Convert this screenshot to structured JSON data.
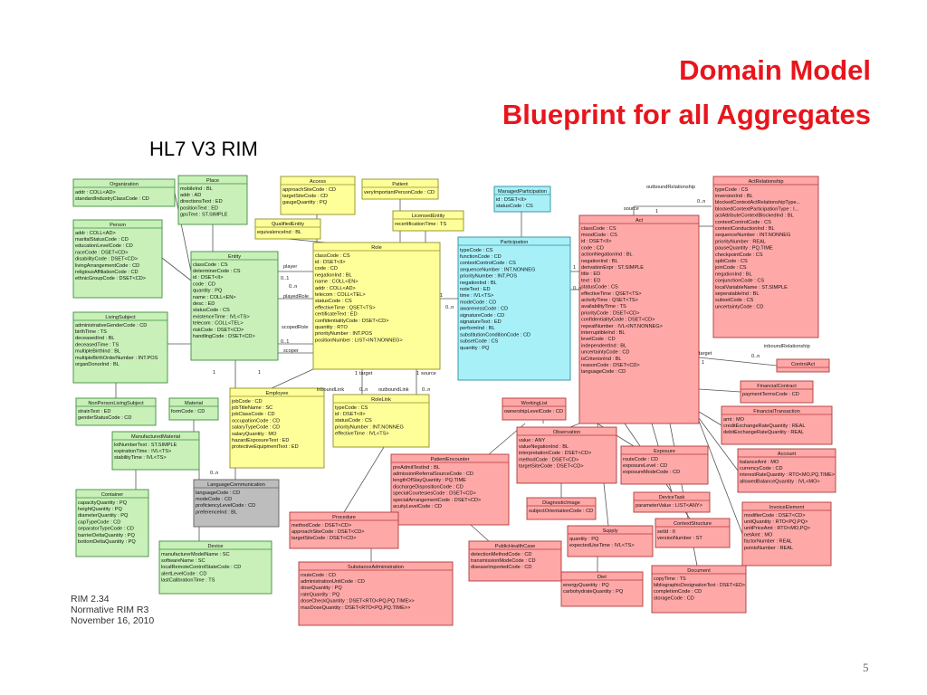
{
  "slide": {
    "title_line1": "Domain Model",
    "title_line2": "Blueprint for all Aggregates",
    "subtitle": "HL7 V3 RIM",
    "footer": [
      "RIM 2.34",
      "Normative RIM R3",
      "November 16, 2010"
    ],
    "page_number": "5"
  },
  "colors": {
    "entity": "#c8f0b8",
    "entity_border": "#3f8f3f",
    "role": "#ffff99",
    "role_border": "#8f8f2a",
    "participation": "#a8f0f8",
    "participation_border": "#2a8fa0",
    "act": "#ffa8a8",
    "act_border": "#b03a3a",
    "other": "#bdbdbd",
    "other_border": "#606060",
    "title": "#e8151c"
  },
  "classes": [
    {
      "id": "organization",
      "group": "entity",
      "name": "Organization",
      "attrs": [
        "addr : COLL<AD>",
        "standardIndustryClassCode : CD"
      ]
    },
    {
      "id": "place",
      "group": "entity",
      "name": "Place",
      "attrs": [
        "mobileInd : BL",
        "addr : AD",
        "directionsText : ED",
        "positionText : ED",
        "gpsText : ST.SIMPLE"
      ]
    },
    {
      "id": "person",
      "group": "entity",
      "name": "Person",
      "attrs": [
        "addr : COLL<AD>",
        "maritalStatusCode : CD",
        "educationLevelCode : CD",
        "raceCode : DSET<CD>",
        "disabilityCode : DSET<CD>",
        "livingArrangementCode : CD",
        "religiousAffiliationCode : CD",
        "ethnicGroupCode : DSET<CD>"
      ]
    },
    {
      "id": "entity",
      "group": "entity",
      "name": "Entity",
      "attrs": [
        "classCode : CS",
        "determinerCode : CS",
        "id : DSET<II>",
        "code : CD",
        "quantity : PQ",
        "name : COLL<EN>",
        "desc : ED",
        "statusCode : CS",
        "existenceTime : IVL<TS>",
        "telecom : COLL<TEL>",
        "riskCode : DSET<CD>",
        "handlingCode : DSET<CD>"
      ]
    },
    {
      "id": "livingsubject",
      "group": "entity",
      "name": "LivingSubject",
      "attrs": [
        "administrativeGenderCode : CD",
        "birthTime : TS",
        "deceasedInd : BL",
        "deceasedTime : TS",
        "multipleBirthInd : BL",
        "multipleBirthOrderNumber : INT.POS",
        "organDonorInd : BL"
      ]
    },
    {
      "id": "nonperson",
      "group": "entity",
      "name": "NonPersonLivingSubject",
      "attrs": [
        "strainText : ED",
        "genderStatusCode : CD"
      ]
    },
    {
      "id": "material",
      "group": "entity",
      "name": "Material",
      "attrs": [
        "formCode : CD"
      ]
    },
    {
      "id": "manufactured",
      "group": "entity",
      "name": "ManufacturedMaterial",
      "attrs": [
        "lotNumberText : ST.SIMPLE",
        "expirationTime : IVL<TS>",
        "stabilityTime : IVL<TS>"
      ]
    },
    {
      "id": "container",
      "group": "entity",
      "name": "Container",
      "attrs": [
        "capacityQuantity : PQ",
        "heightQuantity : PQ",
        "diameterQuantity : PQ",
        "capTypeCode : CD",
        "separatorTypeCode : CD",
        "barrierDeltaQuantity : PQ",
        "bottomDeltaQuantity : PQ"
      ]
    },
    {
      "id": "device",
      "group": "entity",
      "name": "Device",
      "attrs": [
        "manufacturerModelName : SC",
        "softwareName : SC",
        "localRemoteControlStateCode : CD",
        "alertLevelCode : CD",
        "lastCalibrationTime : TS"
      ]
    },
    {
      "id": "language",
      "group": "other",
      "name": "LanguageCommunication",
      "attrs": [
        "languageCode : CD",
        "modeCode : CD",
        "proficiencyLevelCode : CD",
        "preferenceInd : BL"
      ]
    },
    {
      "id": "access",
      "group": "role",
      "name": "Access",
      "attrs": [
        "approachSiteCode : CD",
        "targetSiteCode : CD",
        "gaugeQuantity : PQ"
      ]
    },
    {
      "id": "patient",
      "group": "role",
      "name": "Patient",
      "attrs": [
        "veryImportantPersonCode : CD"
      ]
    },
    {
      "id": "qualified",
      "group": "role",
      "name": "QualifiedEntity",
      "attrs": [
        "equivalenceInd : BL"
      ]
    },
    {
      "id": "licensed",
      "group": "role",
      "name": "LicensedEntity",
      "attrs": [
        "recertificationTime : TS"
      ]
    },
    {
      "id": "role",
      "group": "role",
      "name": "Role",
      "attrs": [
        "classCode : CS",
        "id : DSET<II>",
        "code : CD",
        "negationInd : BL",
        "name : COLL<EN>",
        "addr : COLL<AD>",
        "telecom : COLL<TEL>",
        "statusCode : CS",
        "effectiveTime : QSET<TS>",
        "certificateText : ED",
        "confidentialityCode : DSET<CD>",
        "quantity : RTO",
        "priorityNumber : INT.POS",
        "positionNumber : LIST<INT.NONNEG>"
      ]
    },
    {
      "id": "employee",
      "group": "role",
      "name": "Employee",
      "attrs": [
        "jobCode : CD",
        "jobTitleName : SC",
        "jobClassCode : CD",
        "occupationCode : CD",
        "salaryTypeCode : CD",
        "salaryQuantity : MO",
        "hazardExposureText : ED",
        "protectiveEquipmentText : ED"
      ]
    },
    {
      "id": "rolelink",
      "group": "role",
      "name": "RoleLink",
      "attrs": [
        "typeCode : CS",
        "id : DSET<II>",
        "statusCode : CS",
        "priorityNumber : INT.NONNEG",
        "effectiveTime : IVL<TS>"
      ]
    },
    {
      "id": "managedpart",
      "group": "participation",
      "name": "ManagedParticipation",
      "attrs": [
        "id : DSET<II>",
        "statusCode : CS"
      ]
    },
    {
      "id": "participation",
      "group": "participation",
      "name": "Participation",
      "attrs": [
        "typeCode : CS",
        "functionCode : CD",
        "contextControlCode : CS",
        "sequenceNumber : INT.NONNEG",
        "priorityNumber : INT.POS",
        "negationInd : BL",
        "noteText : ED",
        "time : IVL<TS>",
        "modeCode : CD",
        "awarenessCode : CD",
        "signatureCode : CD",
        "signatureText : ED",
        "performInd : BL",
        "substitutionConditionCode : CD",
        "subsetCode : CS",
        "quantity : PQ"
      ]
    },
    {
      "id": "act",
      "group": "act",
      "name": "Act",
      "attrs": [
        "classCode : CS",
        "moodCode : CS",
        "id : DSET<II>",
        "code : CD",
        "actionNegationInd : BL",
        "negationInd : BL",
        "derivationExpr : ST.SIMPLE",
        "title : ED",
        "text : ED",
        "statusCode : CS",
        "effectiveTime : QSET<TS>",
        "activityTime : QSET<TS>",
        "availabilityTime : TS",
        "priorityCode : DSET<CD>",
        "confidentialityCode : DSET<CD>",
        "repeatNumber : IVL<INT.NONNEG>",
        "interruptibleInd : BL",
        "levelCode : CD",
        "independentInd : BL",
        "uncertaintyCode : CD",
        "isCriterionInd : BL",
        "reasonCode : DSET<CD>",
        "languageCode : CD"
      ]
    },
    {
      "id": "actrel",
      "group": "act",
      "name": "ActRelationship",
      "attrs": [
        "typeCode : CS",
        "inversionInd : BL",
        "blockedContextActRelationshipType...",
        "blockedContextParticipationType : I...",
        "actAttributeContextBlockedInd : BL",
        "contextControlCode : CS",
        "contextConductionInd : BL",
        "sequenceNumber : INT.NONNEG",
        "priorityNumber : REAL",
        "pauseQuantity : PQ.TIME",
        "checkpointCode : CS",
        "splitCode : CS",
        "joinCode : CS",
        "negationInd : BL",
        "conjunctionCode : CS",
        "localVariableName : ST.SIMPLE",
        "seperatableInd : BL",
        "subsetCode : CS",
        "uncertaintyCode : CD"
      ]
    },
    {
      "id": "controlact",
      "group": "act",
      "name": "ControlAct",
      "attrs": []
    },
    {
      "id": "financialcontract",
      "group": "act",
      "name": "FinancialContract",
      "attrs": [
        "paymentTermsCode : CD"
      ]
    },
    {
      "id": "financialtx",
      "group": "act",
      "name": "FinancialTransaction",
      "attrs": [
        "amt : MO",
        "creditExchangeRateQuantity : REAL",
        "debitExchangeRateQuantity : REAL"
      ]
    },
    {
      "id": "account",
      "group": "act",
      "name": "Account",
      "attrs": [
        "balanceAmt : MO",
        "currencyCode : CD",
        "interestRateQuantity : RTO<MO,PQ.TIME>",
        "allowedBalanceQuantity : IVL<MO>"
      ]
    },
    {
      "id": "invoice",
      "group": "act",
      "name": "InvoiceElement",
      "attrs": [
        "modifierCode : DSET<CD>",
        "unitQuantity : RTO<PQ,PQ>",
        "unitPriceAmt : RTO<MO,PQ>",
        "netAmt : MO",
        "factorNumber : REAL",
        "pointsNumber : REAL"
      ]
    },
    {
      "id": "workinglist",
      "group": "act",
      "name": "WorkingList",
      "attrs": [
        "ownershipLevelCode : CD"
      ]
    },
    {
      "id": "observation",
      "group": "act",
      "name": "Observation",
      "attrs": [
        "value : ANY",
        "valueNegationInd : BL",
        "interpretationCode : DSET<CD>",
        "methodCode : DSET<CD>",
        "targetSiteCode : DSET<CD>"
      ]
    },
    {
      "id": "exposure",
      "group": "act",
      "name": "Exposure",
      "attrs": [
        "routeCode : CD",
        "exposureLevel : CD",
        "exposureModeCode : CD"
      ]
    },
    {
      "id": "devicetask",
      "group": "act",
      "name": "DeviceTask",
      "attrs": [
        "parameterValue : LIST<ANY>"
      ]
    },
    {
      "id": "diagimage",
      "group": "act",
      "name": "DiagnosticImage",
      "attrs": [
        "subjectOrientationCode : CD"
      ]
    },
    {
      "id": "patientenc",
      "group": "act",
      "name": "PatientEncounter",
      "attrs": [
        "preAdmitTestInd : BL",
        "admissionReferralSourceCode : CD",
        "lengthOfStayQuantity : PQ.TIME",
        "dischargeDispositionCode : CD",
        "specialCourtesiesCode : DSET<CD>",
        "specialArrangementCode : DSET<CD>",
        "acuityLevelCode : CD"
      ]
    },
    {
      "id": "procedure",
      "group": "act",
      "name": "Procedure",
      "attrs": [
        "methodCode : DSET<CD>",
        "approachSiteCode : DSET<CD>",
        "targetSiteCode : DSET<CD>"
      ]
    },
    {
      "id": "supply",
      "group": "act",
      "name": "Supply",
      "attrs": [
        "quantity : PQ",
        "expectedUseTime : IVL<TS>"
      ]
    },
    {
      "id": "contextstructure",
      "group": "act",
      "name": "ContextStructure",
      "attrs": [
        "setId : II",
        "versionNumber : ST"
      ]
    },
    {
      "id": "publichealth",
      "group": "act",
      "name": "PublicHealthCase",
      "attrs": [
        "detectionMethodCode : CD",
        "transmissionModeCode : CD",
        "diseaseImportedCode : CD"
      ]
    },
    {
      "id": "substance",
      "group": "act",
      "name": "SubstanceAdministration",
      "attrs": [
        "routeCode : CD",
        "administrationUnitCode : CD",
        "doseQuantity : PQ",
        "rateQuantity : PQ",
        "doseCheckQuantity : DSET<RTO<PQ,PQ.TIME>>",
        "maxDoseQuantity : DSET<RTO<PQ,PQ.TIME>>"
      ]
    },
    {
      "id": "diet",
      "group": "act",
      "name": "Diet",
      "attrs": [
        "energyQuantity : PQ",
        "carbohydrateQuantity : PQ"
      ]
    },
    {
      "id": "document",
      "group": "act",
      "name": "Document",
      "attrs": [
        "copyTime : TS",
        "bibliographicDesignationText : DSET<ED>",
        "completionCode : CD",
        "storageCode : CD"
      ]
    }
  ],
  "labels": [
    {
      "id": "lbl_player",
      "text": "player"
    },
    {
      "id": "lbl_player_mult",
      "text": "0..1"
    },
    {
      "id": "lbl_playedrole",
      "text": "playedRole"
    },
    {
      "id": "lbl_scoper",
      "text": "scopedRole"
    },
    {
      "id": "lbl_scoper2",
      "text": "scoper"
    },
    {
      "id": "lbl_scoper_mult",
      "text": "0..1"
    },
    {
      "id": "lbl_role_n",
      "text": "0..n"
    },
    {
      "id": "lbl_role_1",
      "text": "1"
    },
    {
      "id": "lbl_part_n",
      "text": "0..n"
    },
    {
      "id": "lbl_part_1",
      "text": "1"
    },
    {
      "id": "lbl_part_n2",
      "text": "0..n"
    },
    {
      "id": "lbl_inboundlink",
      "text": "inboundLink"
    },
    {
      "id": "lbl_outboundlink",
      "text": "outboundLink"
    },
    {
      "id": "lbl_target",
      "text": "target"
    },
    {
      "id": "lbl_source",
      "text": "source"
    },
    {
      "id": "lbl_rl_n1",
      "text": "0..n"
    },
    {
      "id": "lbl_rl_n2",
      "text": "0..n"
    },
    {
      "id": "lbl_rl_1a",
      "text": "1"
    },
    {
      "id": "lbl_rl_1b",
      "text": "1"
    },
    {
      "id": "lbl_outbound_rel",
      "text": "outboundRelationship"
    },
    {
      "id": "lbl_source2",
      "text": "source"
    },
    {
      "id": "lbl_1_top",
      "text": "1"
    },
    {
      "id": "lbl_on_top",
      "text": "0..n"
    },
    {
      "id": "lbl_inbound_rel",
      "text": "inboundRelationship"
    },
    {
      "id": "lbl_target2",
      "text": "target"
    },
    {
      "id": "lbl_1_bot",
      "text": "1"
    },
    {
      "id": "lbl_on_bot",
      "text": "0..n"
    },
    {
      "id": "lbl_lang_n",
      "text": "0..n"
    },
    {
      "id": "lbl_ent_1",
      "text": "1"
    },
    {
      "id": "lbl_ent_1b",
      "text": "1"
    }
  ]
}
